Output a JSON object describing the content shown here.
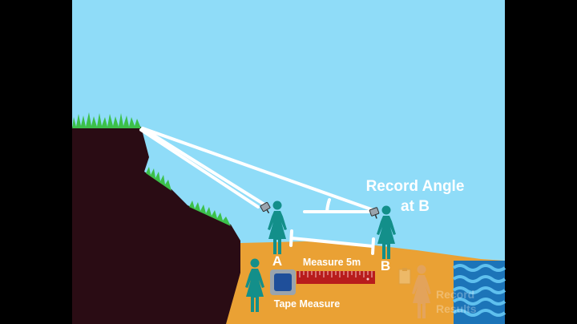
{
  "labels": {
    "record_angle_line1": "Record Angle",
    "record_angle_line2": "at B",
    "point_a": "A",
    "point_b": "B",
    "measure": "Measure 5m",
    "tape_measure": "Tape Measure",
    "record_results_line1": "Record",
    "record_results_line2": "Results"
  },
  "colors": {
    "letterbox": "#000000",
    "sky": "#8fdcf8",
    "cliff": "#2a0c14",
    "grass": "#3cc04a",
    "sand": "#eaa134",
    "water": "#1c74b8",
    "wave": "#5fc0ee",
    "person": "#138f8a",
    "tape": "#b81c1c",
    "tape_box": "#1f4f9a",
    "line": "#ffffff"
  },
  "icons": {
    "person_a": "person-icon",
    "person_b": "person-icon",
    "person_tape": "person-icon",
    "person_results": "person-icon",
    "clinometer_a": "clinometer-icon",
    "clinometer_b": "clinometer-icon",
    "clipboard": "clipboard-icon",
    "tape_box": "tape-measure-icon"
  }
}
